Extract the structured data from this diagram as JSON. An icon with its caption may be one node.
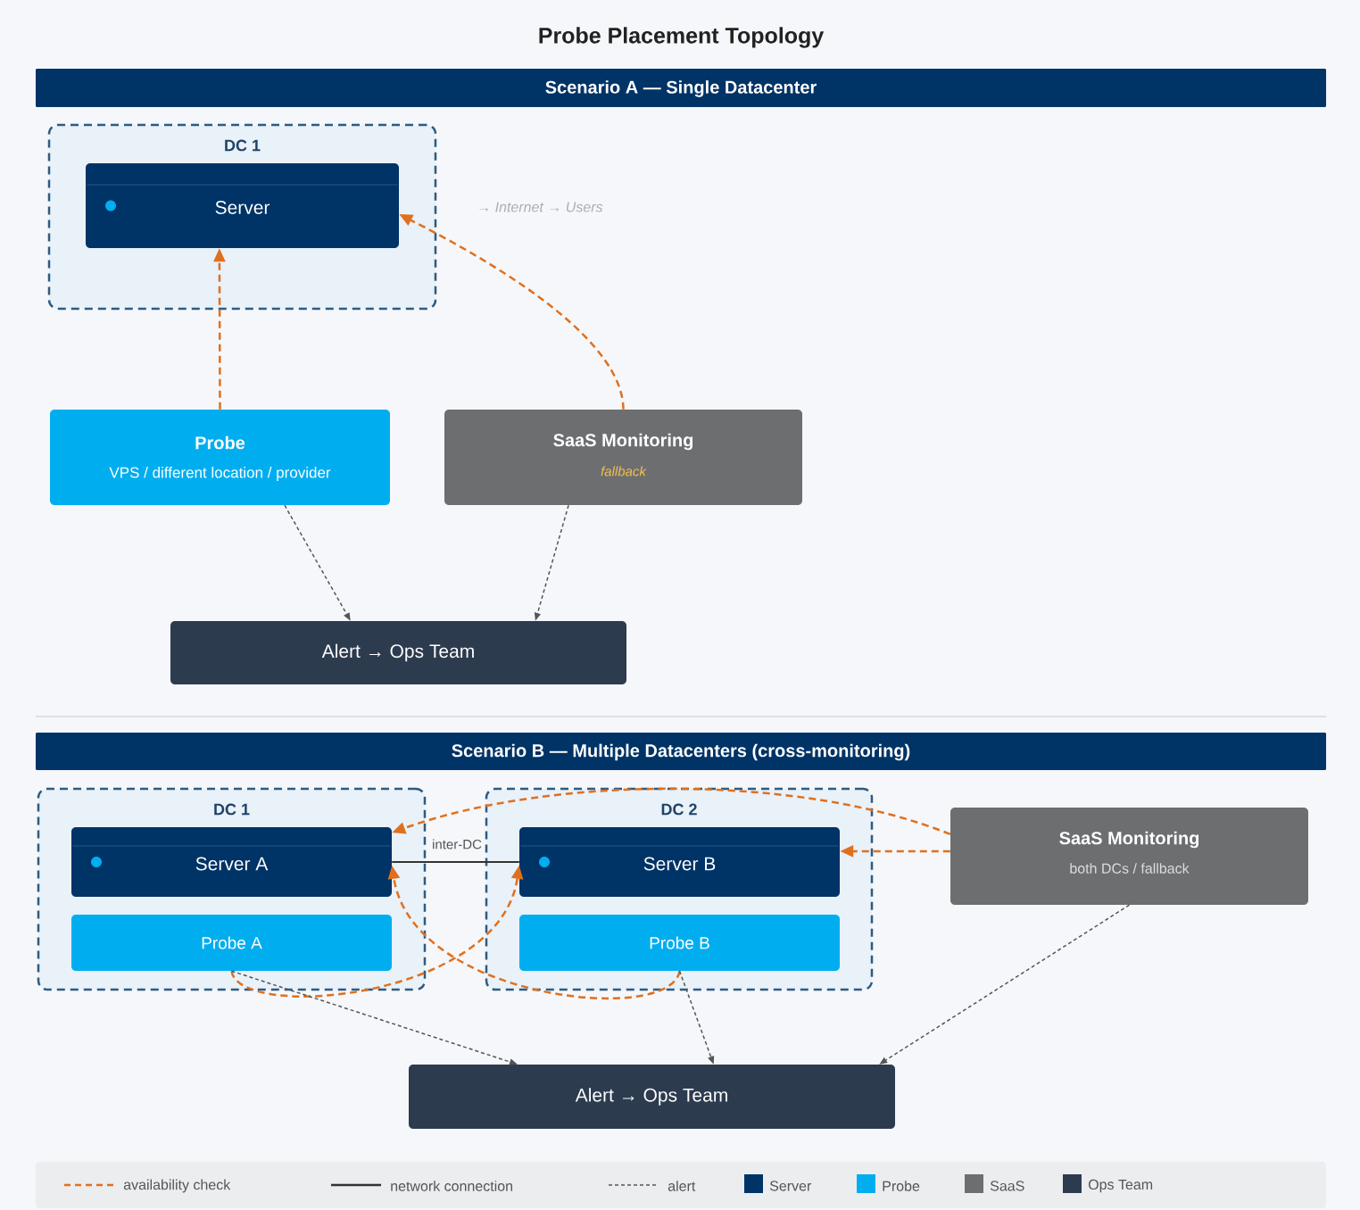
{
  "diagram": {
    "title": "Probe Placement Topology",
    "nodes": [
      {
        "text": [
          "Scenario A — Single Datacenter"
        ]
      },
      {
        "text": [
          "DC 1"
        ]
      },
      {
        "text": [
          "Server"
        ],
        "in": 1
      },
      {
        "text": [
          "Probe",
          "VPS / different location / provider"
        ]
      },
      {
        "text": [
          "SaaS Monitoring",
          "fallback"
        ]
      },
      {
        "text": [
          "Alert → Ops Team"
        ]
      },
      {
        "text": [
          "Scenario B — Multiple Datacenters (cross-monitoring)"
        ]
      },
      {
        "text": [
          "DC 1"
        ]
      },
      {
        "text": [
          "Server A"
        ],
        "in": 7
      },
      {
        "text": [
          "Probe A"
        ],
        "in": 7
      },
      {
        "text": [
          "DC 2"
        ]
      },
      {
        "text": [
          "Server B"
        ],
        "in": 10
      },
      {
        "text": [
          "Probe B"
        ],
        "in": 10
      },
      {
        "text": [
          "SaaS Monitoring",
          "both DCs / fallback"
        ]
      },
      {
        "text": [
          "Alert → Ops Team"
        ]
      }
    ],
    "edges": [
      {
        "from": 3,
        "to": 2,
        "arrow": "to",
        "style": "dashed"
      },
      {
        "from": 4,
        "to": 2,
        "arrow": "to",
        "style": "dashed"
      },
      {
        "from": 3,
        "to": 5,
        "arrow": "to",
        "style": "dashed",
        "color": "#555555"
      },
      {
        "from": 4,
        "to": 5,
        "arrow": "to",
        "style": "dashed",
        "color": "#555555"
      },
      {
        "from": 8,
        "to": 11,
        "arrow": "none",
        "label": "inter-DC",
        "color": "#333333"
      },
      {
        "from": 13,
        "to": 8,
        "arrow": "to",
        "style": "dashed"
      },
      {
        "from": 13,
        "to": 11,
        "arrow": "to",
        "style": "dashed"
      },
      {
        "from": 9,
        "to": 11,
        "arrow": "to",
        "style": "dashed"
      },
      {
        "from": 12,
        "to": 8,
        "arrow": "to",
        "style": "dashed"
      },
      {
        "from": 9,
        "to": 14,
        "arrow": "to",
        "style": "dashed",
        "color": "#555555"
      },
      {
        "from": 12,
        "to": 14,
        "arrow": "to",
        "style": "dashed",
        "color": "#555555"
      },
      {
        "from": 13,
        "to": 14,
        "arrow": "to",
        "style": "dashed",
        "color": "#555555"
      }
    ],
    "labels": [
      "→ Internet → Users"
    ],
    "legend": [
      {
        "text": "availability check"
      },
      {
        "text": "network connection"
      },
      {
        "text": "alert"
      },
      {
        "text": "Server",
        "color": "#003366"
      },
      {
        "text": "Probe",
        "color": "#00aeef"
      },
      {
        "text": "SaaS",
        "color": "#6d6e70"
      },
      {
        "text": "Ops Team",
        "color": "#2d3b4f"
      }
    ]
  }
}
